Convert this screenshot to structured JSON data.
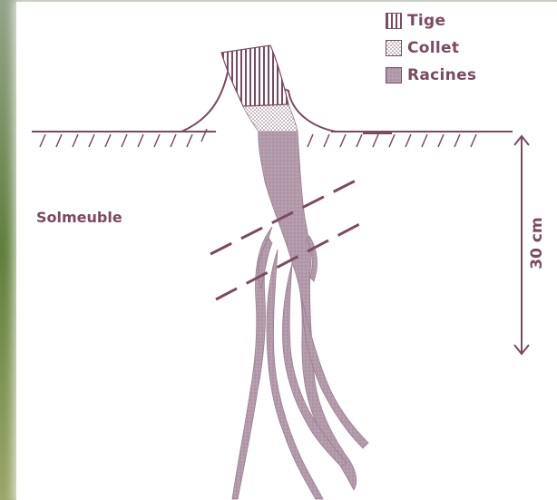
{
  "colors": {
    "accent": "#7a4a63",
    "root_fill": "#b39aaa",
    "collet_fill": "#ddd0d6",
    "panel": "#ffffff"
  },
  "legend": {
    "items": [
      {
        "label": "Tige",
        "pattern": "vertical-stripes"
      },
      {
        "label": "Collet",
        "pattern": "dots"
      },
      {
        "label": "Racines",
        "pattern": "solid"
      }
    ]
  },
  "soil_label": "Solmeuble",
  "depth_label": "30 cm"
}
